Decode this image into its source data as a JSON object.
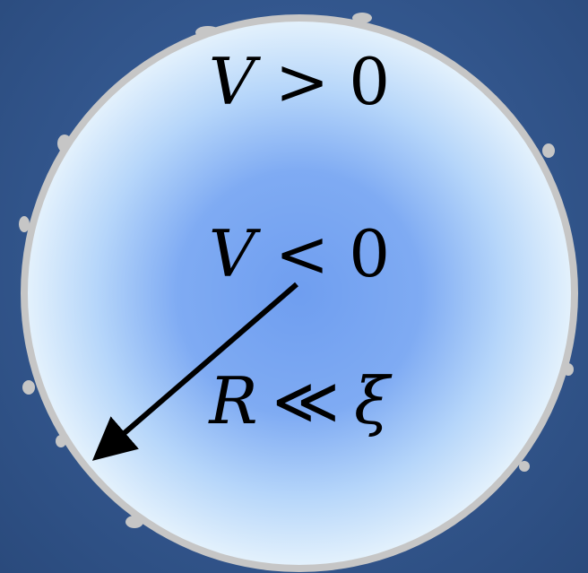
{
  "regions": {
    "outer_label": {
      "variable": "V",
      "relation": ">",
      "value": "0"
    },
    "inner_label": {
      "variable": "V",
      "relation": "<",
      "value": "0"
    }
  },
  "radius_label": {
    "variable": "R",
    "relation": "≪",
    "scale": "ξ"
  },
  "colors": {
    "background": "#33578e",
    "bubble_center": "#6f9ef0",
    "bubble_edge": "#e3f1fc",
    "rim": "#c9c9c9",
    "arrow": "#000000"
  }
}
